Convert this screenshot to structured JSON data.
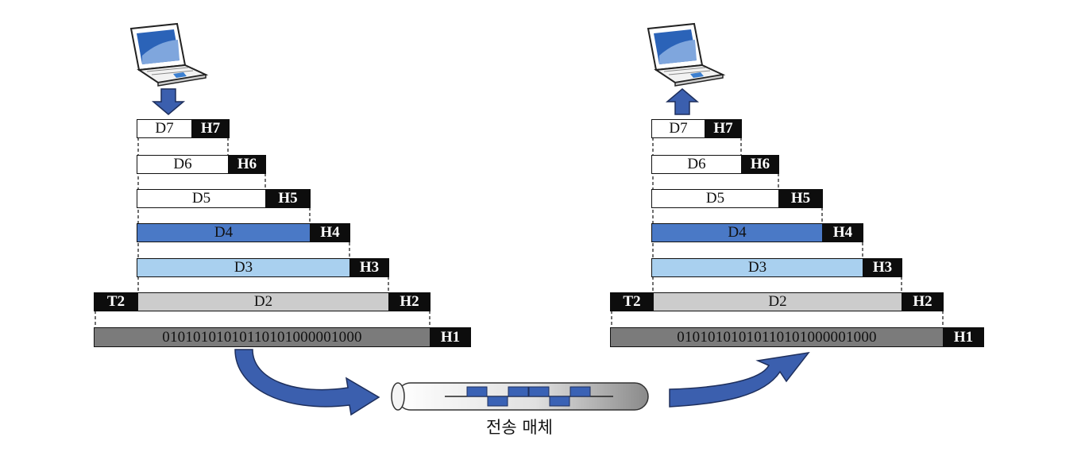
{
  "sender": {
    "device_icon": "laptop-icon",
    "arrow_icon": "arrow-down-icon",
    "layers": [
      {
        "data": "D7",
        "header": "H7"
      },
      {
        "data": "D6",
        "header": "H6"
      },
      {
        "data": "D5",
        "header": "H5"
      },
      {
        "data": "D4",
        "header": "H4"
      },
      {
        "data": "D3",
        "header": "H3"
      },
      {
        "trailer": "T2",
        "data": "D2",
        "header": "H2"
      },
      {
        "data": "01010101010110101000001000",
        "header": "H1"
      }
    ]
  },
  "receiver": {
    "device_icon": "laptop-icon",
    "arrow_icon": "arrow-up-icon",
    "layers": [
      {
        "data": "D7",
        "header": "H7"
      },
      {
        "data": "D6",
        "header": "H6"
      },
      {
        "data": "D5",
        "header": "H5"
      },
      {
        "data": "D4",
        "header": "H4"
      },
      {
        "data": "D3",
        "header": "H3"
      },
      {
        "trailer": "T2",
        "data": "D2",
        "header": "H2"
      },
      {
        "data": "01010101010110101000001000",
        "header": "H1"
      }
    ]
  },
  "medium": {
    "label": "전송 매체",
    "icon": "cable-icon"
  },
  "colors": {
    "layer_white": "#ffffff",
    "layer_4": "#4a79c6",
    "layer_3": "#a9d0ef",
    "layer_2": "#cccccc",
    "layer_1": "#7b7b7b",
    "header": "#0d0d0d",
    "arrow": "#3b5fae"
  }
}
